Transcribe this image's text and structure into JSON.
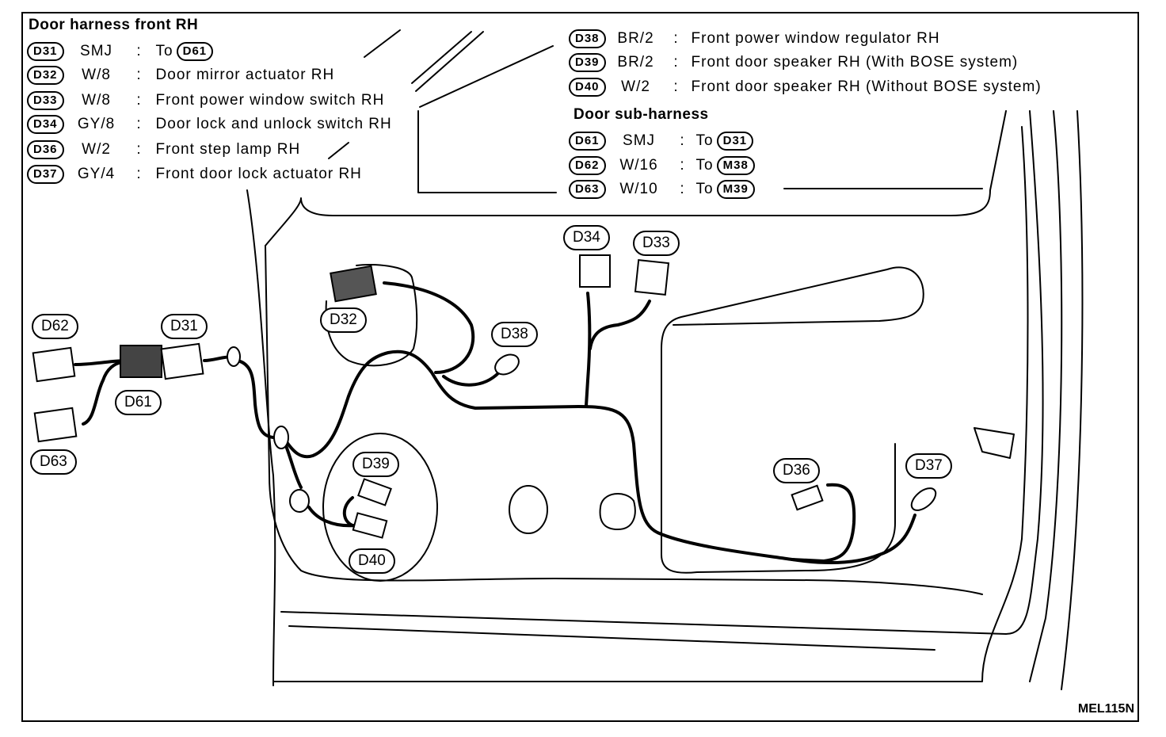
{
  "figure_id": "MEL115N",
  "door_harness": {
    "title": "Door harness front RH",
    "rows": [
      {
        "code": "D31",
        "spec": "SMJ",
        "desc": "To",
        "ref": "D61"
      },
      {
        "code": "D32",
        "spec": "W/8",
        "desc": "Door mirror actuator RH",
        "ref": ""
      },
      {
        "code": "D33",
        "spec": "W/8",
        "desc": "Front power window switch RH",
        "ref": ""
      },
      {
        "code": "D34",
        "spec": "GY/8",
        "desc": "Door lock and unlock switch RH",
        "ref": ""
      },
      {
        "code": "D36",
        "spec": "W/2",
        "desc": "Front step lamp RH",
        "ref": ""
      },
      {
        "code": "D37",
        "spec": "GY/4",
        "desc": "Front door lock actuator RH",
        "ref": ""
      }
    ],
    "rows_right": [
      {
        "code": "D38",
        "spec": "BR/2",
        "desc": "Front power window regulator RH"
      },
      {
        "code": "D39",
        "spec": "BR/2",
        "desc": "Front door speaker RH (With BOSE system)"
      },
      {
        "code": "D40",
        "spec": "W/2",
        "desc": "Front door speaker RH (Without BOSE system)"
      }
    ]
  },
  "sub_harness": {
    "title": "Door sub-harness",
    "rows": [
      {
        "code": "D61",
        "spec": "SMJ",
        "desc": "To",
        "ref": "D31"
      },
      {
        "code": "D62",
        "spec": "W/16",
        "desc": "To",
        "ref": "M38"
      },
      {
        "code": "D63",
        "spec": "W/10",
        "desc": "To",
        "ref": "M39"
      }
    ]
  },
  "callouts": {
    "d62": "D62",
    "d31": "D31",
    "d61": "D61",
    "d63": "D63",
    "d32": "D32",
    "d34": "D34",
    "d33": "D33",
    "d38": "D38",
    "d39": "D39",
    "d40": "D40",
    "d36": "D36",
    "d37": "D37"
  }
}
